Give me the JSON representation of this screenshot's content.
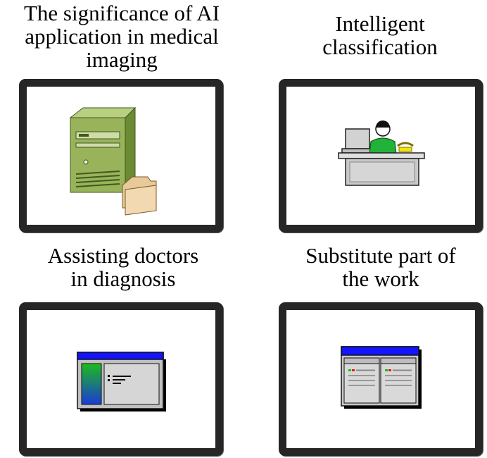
{
  "panels": [
    {
      "id": "top-left",
      "label": "The significance of AI\napplication in medical\nimaging",
      "icon": "server-with-folder-icon",
      "colors": {
        "server": "#98b35a",
        "server_dark": "#6a8a34",
        "folder": "#f3d9b1"
      }
    },
    {
      "id": "top-right",
      "label": "Intelligent\nclassification",
      "icon": "person-at-computer-desk-icon",
      "colors": {
        "shirt": "#22b23a",
        "phone": "#f2e600",
        "desk": "#c8c8c8"
      }
    },
    {
      "id": "bottom-left",
      "label": "Assisting doctors\nin diagnosis",
      "icon": "application-window-icon",
      "colors": {
        "titlebar": "#1414ff",
        "gradient_top": "#1dbb1d",
        "gradient_bottom": "#1a3bd6",
        "body": "#c0c0c0"
      }
    },
    {
      "id": "bottom-right",
      "label": "Substitute part of\nthe work",
      "icon": "split-document-window-icon",
      "colors": {
        "titlebar": "#1414ff",
        "body": "#c8c8c8",
        "frame": "#1a1a1a"
      }
    }
  ]
}
